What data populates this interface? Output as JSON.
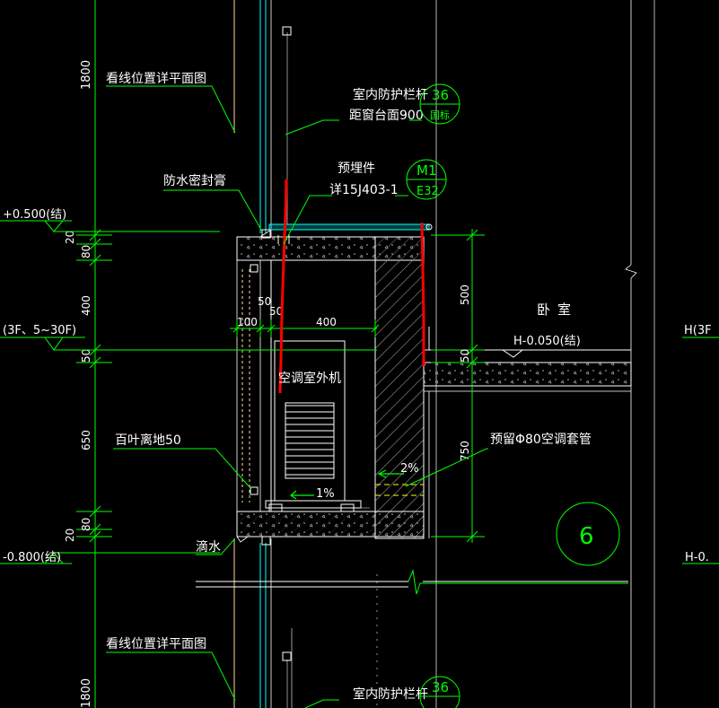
{
  "dims": {
    "h1800": "1800",
    "d20": "20",
    "d80": "80",
    "d400": "400",
    "d50": "50",
    "d650": "650",
    "d80b": "80",
    "d20b": "20",
    "h1800b": "1800",
    "d500": "500",
    "d50r": "50",
    "d750": "750",
    "d50a": "50",
    "d50b": "50",
    "d100": "100",
    "d400h": "400"
  },
  "labels": {
    "line_pos_plan_top": "看线位置详平面图",
    "line_pos_plan_bottom": "看线位置详平面图",
    "railing_top": "室内防护栏杆",
    "railing_top_sub": "距窗台面900",
    "railing_bottom": "室内防护栏杆",
    "embed": "预埋件",
    "embed_ref": "详15J403-1",
    "seal": "防水密封膏",
    "level_top": "+0.500(结)",
    "floors_left": "(3F、5~30F)",
    "floors_right": "H(3F",
    "level_bottom": "-0.800(结)",
    "level_bottom_right": "H-0.",
    "bedroom": "卧室",
    "level_room": "H-0.050(结)",
    "ac_unit": "空调室外机",
    "louver": "百叶离地50",
    "drip": "滴水",
    "sleeve": "预留Φ80空调套管",
    "slope_2": "2%",
    "slope_1": "1%"
  },
  "callouts": {
    "c36_num": "36",
    "c36_sheet": "国标",
    "m1_num": "M1",
    "m1_sheet": "E32",
    "c36b_num": "36",
    "detail_6": "6"
  },
  "colors": {
    "background": "#000000",
    "white": "#ffffff",
    "green": "#00ff00",
    "cyan": "#00ffff",
    "yellow": "#ffff00",
    "red": "#ff0000",
    "orange": "#ffd8a0",
    "grey": "#8c8c8c"
  }
}
